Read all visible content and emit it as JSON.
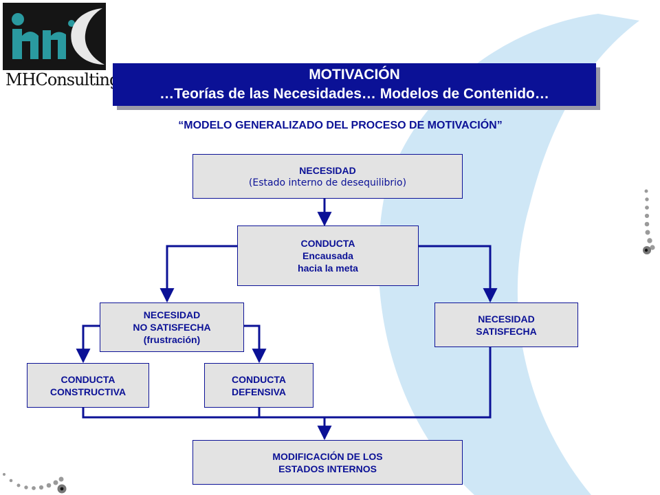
{
  "logo": {
    "text": "MHConsulting"
  },
  "banner": {
    "line1": "MOTIVACIÓN",
    "line2": "…Teorías de las Necesidades… Modelos de Contenido…"
  },
  "subtitle": "“MODELO GENERALIZADO  DEL PROCESO DE MOTIVACIÓN”",
  "boxes": {
    "necesidad": {
      "line1": "NECESIDAD",
      "line2": "(Estado interno de desequilibrio)"
    },
    "conducta": {
      "line1": "CONDUCTA",
      "line2": "Encausada",
      "line3": "hacia la meta"
    },
    "no_satisfecha": {
      "line1": "NECESIDAD",
      "line2": "NO SATISFECHA",
      "line3": "(frustración)"
    },
    "satisfecha": {
      "line1": "NECESIDAD",
      "line2": "SATISFECHA"
    },
    "constructiva": {
      "line1": "CONDUCTA",
      "line2": "CONSTRUCTIVA"
    },
    "defensiva": {
      "line1": "CONDUCTA",
      "line2": "DEFENSIVA"
    },
    "modificacion": {
      "line1": "MODIFICACIÓN DE LOS",
      "line2": "ESTADOS INTERNOS"
    }
  },
  "colors": {
    "accent": "#0b1196",
    "box_fill": "#e3e3e3",
    "decor_blue": "#cfe7f6",
    "logo_teal": "#2a9aa0"
  },
  "icons": [
    "logo-mark",
    "dotted-swoosh-right-decoration",
    "dotted-swoosh-bottom-left-decoration"
  ]
}
